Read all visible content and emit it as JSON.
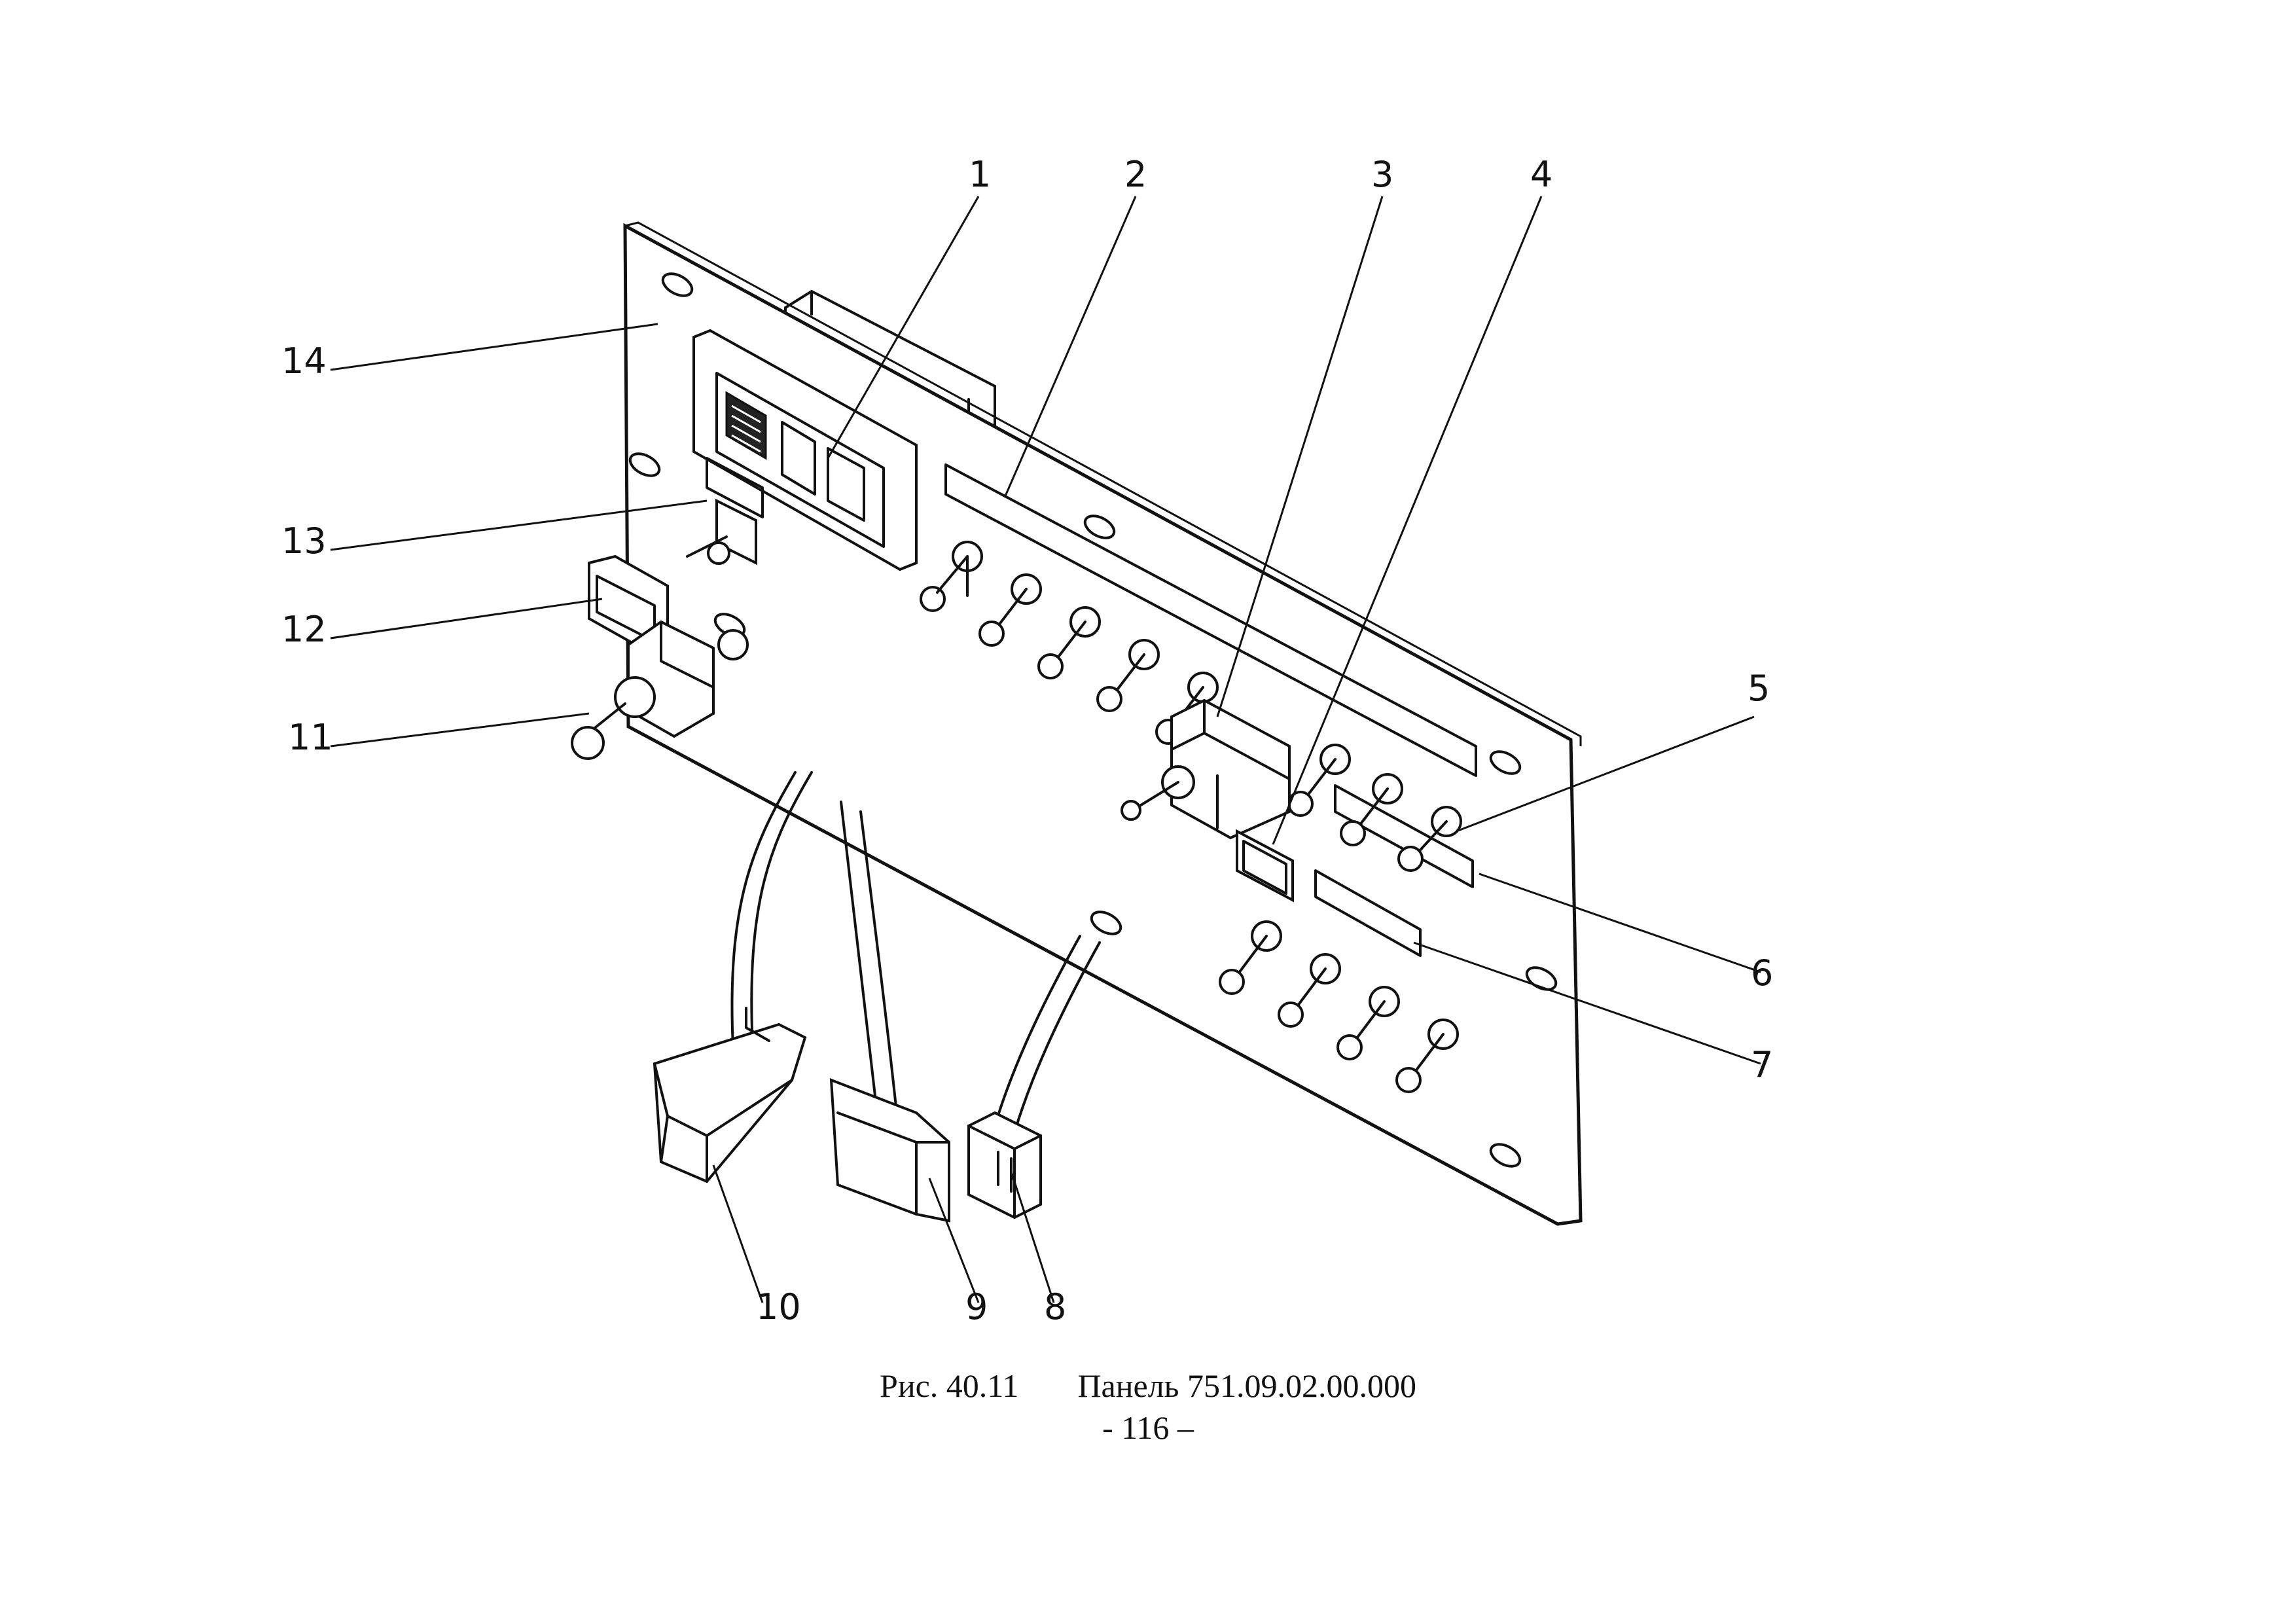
{
  "figure": {
    "label": "Рис. 40.11",
    "title": "Панель 751.09.02.00.000",
    "page_number": "- 116 –"
  },
  "callouts": [
    {
      "id": "1",
      "text": "1"
    },
    {
      "id": "2",
      "text": "2"
    },
    {
      "id": "3",
      "text": "3"
    },
    {
      "id": "4",
      "text": "4"
    },
    {
      "id": "5",
      "text": "5"
    },
    {
      "id": "6",
      "text": "6"
    },
    {
      "id": "7",
      "text": "7"
    },
    {
      "id": "8",
      "text": "8"
    },
    {
      "id": "9",
      "text": "9"
    },
    {
      "id": "10",
      "text": "10"
    },
    {
      "id": "11",
      "text": "11"
    },
    {
      "id": "12",
      "text": "12"
    },
    {
      "id": "13",
      "text": "13"
    },
    {
      "id": "14",
      "text": "14"
    }
  ]
}
